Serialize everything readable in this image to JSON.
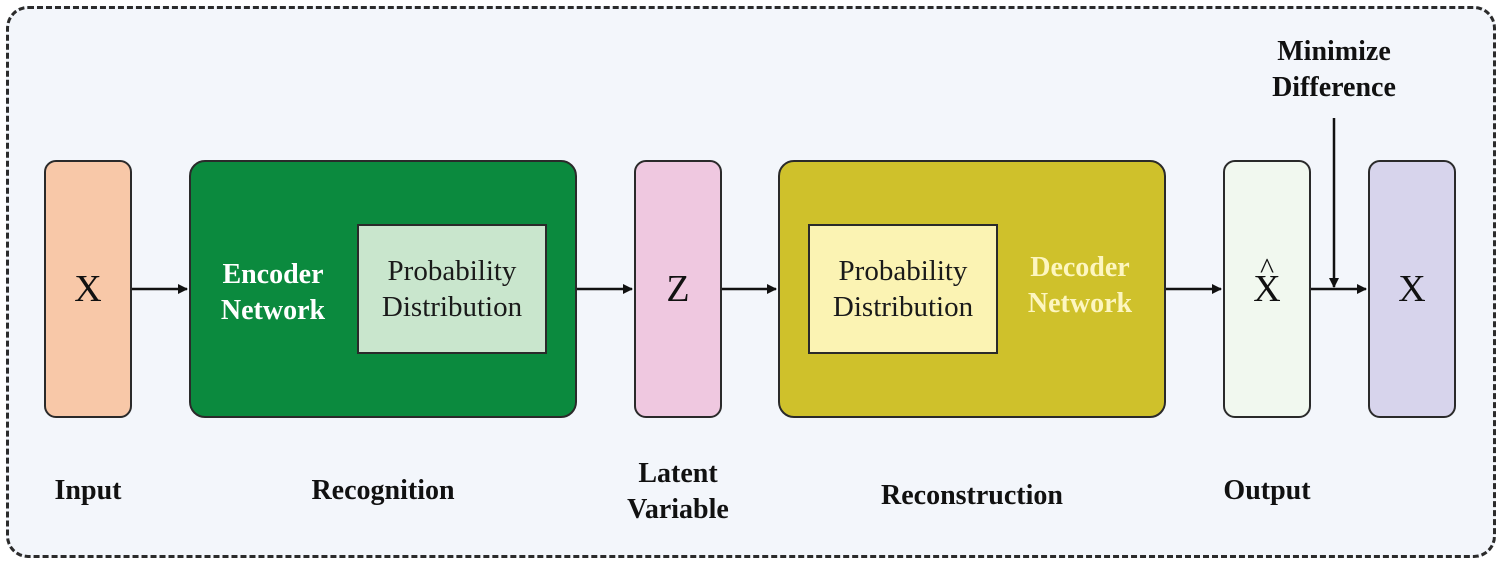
{
  "blocks": {
    "input_symbol": "X",
    "latent_symbol": "Z",
    "output_symbol": "X",
    "output_hat": "^",
    "target_symbol": "X"
  },
  "encoder": {
    "label_line1": "Encoder",
    "label_line2": "Network",
    "dist_line1": "Probability",
    "dist_line2": "Distribution"
  },
  "decoder": {
    "label_line1": "Decoder",
    "label_line2": "Network",
    "dist_line1": "Probability",
    "dist_line2": "Distribution"
  },
  "minimize": {
    "line1": "Minimize",
    "line2": "Difference"
  },
  "captions": {
    "input": "Input",
    "recognition": "Recognition",
    "latent_line1": "Latent",
    "latent_line2": "Variable",
    "reconstruction": "Reconstruction",
    "output": "Output"
  },
  "colors": {
    "input_fill": "#f8c8a8",
    "encoder_fill": "#0b8a3e",
    "encoder_inner_fill": "#c9e6cd",
    "latent_fill": "#efc8e0",
    "decoder_fill": "#cfc12b",
    "decoder_inner_fill": "#fbf3b3",
    "output_fill": "#f1f8ef",
    "target_fill": "#d7d4ec"
  }
}
